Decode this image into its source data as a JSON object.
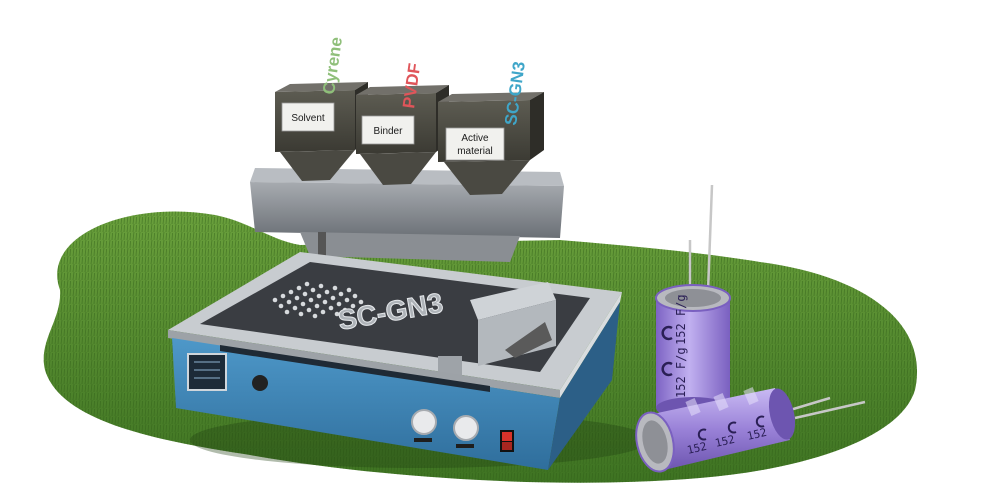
{
  "hoppers": [
    {
      "label": "Solvent",
      "tag": "Cyrene",
      "tag_color": "#8fbf7a"
    },
    {
      "label": "Binder",
      "tag": "PVDF",
      "tag_color": "#e0555a"
    },
    {
      "label_line1": "Active",
      "label_line2": "material",
      "tag": "SC-GN3",
      "tag_color": "#3fa6c9"
    }
  ],
  "bed_text": "SC-GN3",
  "capacitors": [
    {
      "marks": [
        "152 F/g",
        "152 F/g"
      ]
    },
    {
      "marks": [
        "152",
        "152",
        "152"
      ]
    }
  ],
  "colors": {
    "grass": "#4f8a2c",
    "machine_blue": "#3f86b8",
    "capacitor_purple": "#9a82d8",
    "switch_red": "#d8322a"
  }
}
